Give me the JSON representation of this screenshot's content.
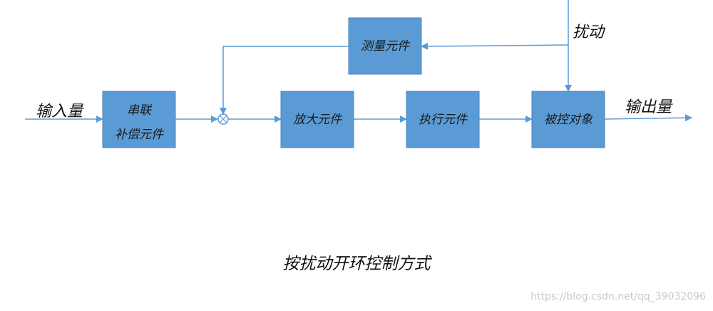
{
  "colors": {
    "block_fill": "#5b9bd5",
    "block_border": "#4a86c0",
    "line": "#5b9bd5"
  },
  "blocks": {
    "series_comp_line1": "串联",
    "series_comp_line2": "补偿元件",
    "measure": "测量元件",
    "amplifier": "放大元件",
    "actuator": "执行元件",
    "plant": "被控对象"
  },
  "labels": {
    "input": "输入量",
    "output": "输出量",
    "disturbance": "扰动"
  },
  "caption": "按扰动开环控制方式",
  "watermark": "https://blog.csdn.net/qq_39032096"
}
